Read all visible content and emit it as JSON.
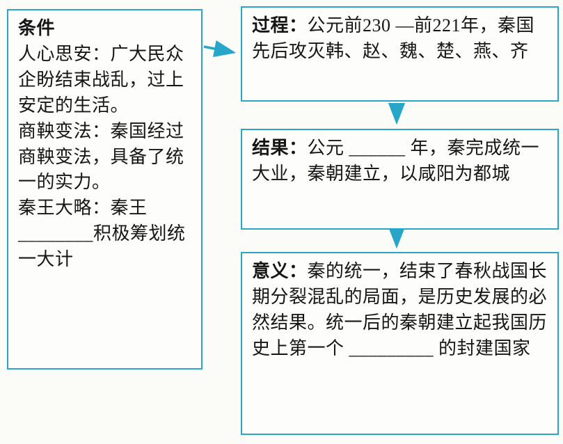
{
  "colors": {
    "accent": "#27a6c9",
    "text": "#161616",
    "background": "#fbfbf8"
  },
  "conditions_box": {
    "title": "条件",
    "p1": "人心思安：广大民众企盼结束战乱，过上安定的生活。",
    "p2": "商鞅变法：秦国经过商鞅变法，具备了统一的实力。",
    "p3": "秦王大略：秦王________积极筹划统一大计"
  },
  "process_box": {
    "label": "过程：",
    "text": "公元前230 —前221年，秦国先后攻灭韩、赵、魏、楚、燕、齐"
  },
  "result_box": {
    "label": "结果：",
    "text": "公元 ______ 年，秦完成统一大业，秦朝建立，以咸阳为都城"
  },
  "significance_box": {
    "label": "意义：",
    "text": "秦的统一，结束了春秋战国长期分裂混乱的局面，是历史发展的必然结果。统一后的秦朝建立起我国历史上第一个 _________ 的封建国家"
  }
}
